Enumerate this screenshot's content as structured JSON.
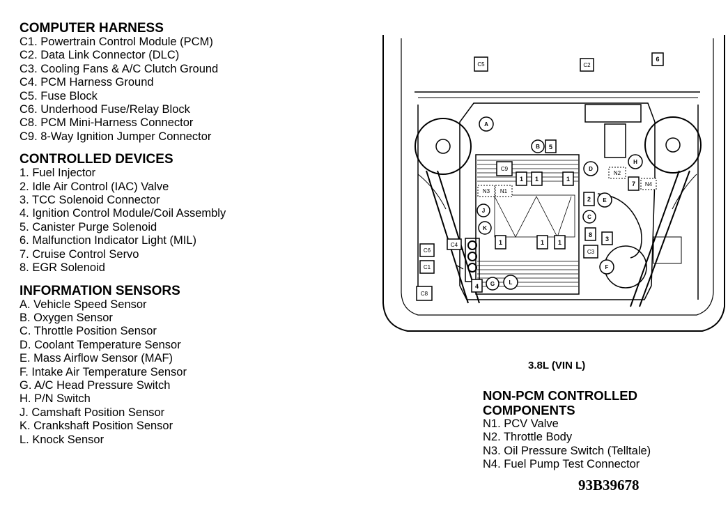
{
  "computer_harness": {
    "title": "COMPUTER HARNESS",
    "items": [
      "C1. Powertrain Control Module (PCM)",
      "C2. Data Link Connector (DLC)",
      "C3. Cooling Fans & A/C Clutch Ground",
      "C4. PCM Harness Ground",
      "C5. Fuse Block",
      "C6. Underhood Fuse/Relay Block",
      "C8. PCM Mini-Harness Connector",
      "C9. 8-Way Ignition Jumper Connector"
    ]
  },
  "controlled_devices": {
    "title": "CONTROLLED DEVICES",
    "items": [
      "1. Fuel Injector",
      "2. Idle Air Control (IAC) Valve",
      "3. TCC Solenoid Connector",
      "4. Ignition Control Module/Coil Assembly",
      "5. Canister Purge Solenoid",
      "6. Malfunction Indicator Light (MIL)",
      "7. Cruise Control Servo",
      "8. EGR Solenoid"
    ]
  },
  "information_sensors": {
    "title": "INFORMATION SENSORS",
    "items": [
      "A. Vehicle Speed Sensor",
      "B. Oxygen Sensor",
      "C. Throttle Position Sensor",
      "D. Coolant Temperature Sensor",
      "E. Mass Airflow Sensor (MAF)",
      "F. Intake Air Temperature Sensor",
      "G. A/C Head Pressure Switch",
      "H. P/N Switch",
      "J. Camshaft Position Sensor",
      "K. Crankshaft Position Sensor",
      "L. Knock Sensor"
    ]
  },
  "engine_label": "3.8L (VIN L)",
  "non_pcm": {
    "title_line1": "NON-PCM CONTROLLED",
    "title_line2": "COMPONENTS",
    "items": [
      "N1. PCV Valve",
      "N2. Throttle Body",
      "N3. Oil Pressure Switch (Telltale)",
      "N4. Fuel Pump Test Connector"
    ]
  },
  "figure_id": "93B39678",
  "diagram_labels": {
    "c5": "C5",
    "c2": "C2",
    "c6_top": "6",
    "c9": "C9",
    "c6": "C6",
    "c1": "C1",
    "c8": "C8",
    "c4": "C4",
    "c3": "C3",
    "n1": "N1",
    "n2": "N2",
    "n3": "N3",
    "n4": "N4",
    "a": "A",
    "b": "B",
    "c": "C",
    "d": "D",
    "e": "E",
    "f": "F",
    "g": "G",
    "h": "H",
    "j": "J",
    "k": "K",
    "l": "L",
    "d1": "1",
    "d2": "2",
    "d3": "3",
    "d4": "4",
    "d5": "5",
    "d7": "7",
    "d8": "8"
  }
}
